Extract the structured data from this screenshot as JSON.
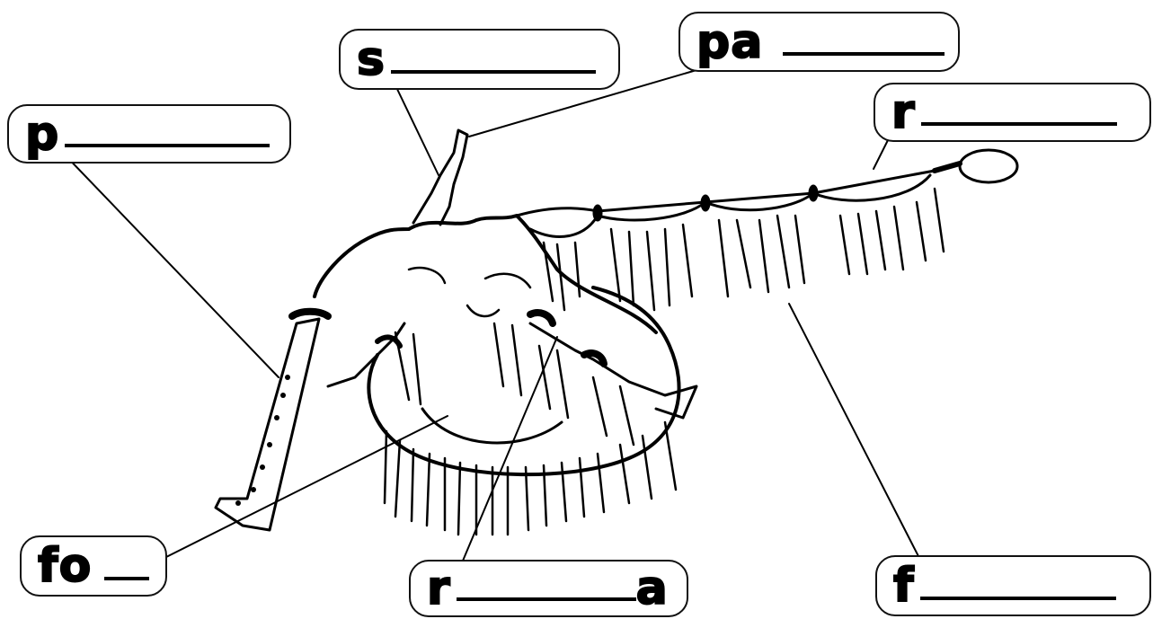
{
  "diagram": {
    "labels": {
      "s": {
        "prefix": "s",
        "suffix": ""
      },
      "pa": {
        "prefix": "pa",
        "suffix": ""
      },
      "p": {
        "prefix": "p",
        "suffix": ""
      },
      "r_top": {
        "prefix": "r",
        "suffix": ""
      },
      "fo": {
        "prefix": "fo",
        "suffix": ""
      },
      "r_bottom": {
        "prefix": "r",
        "suffix": "a"
      },
      "f": {
        "prefix": "f",
        "suffix": ""
      }
    },
    "colors": {
      "ink": "#000000",
      "background": "#ffffff"
    }
  }
}
